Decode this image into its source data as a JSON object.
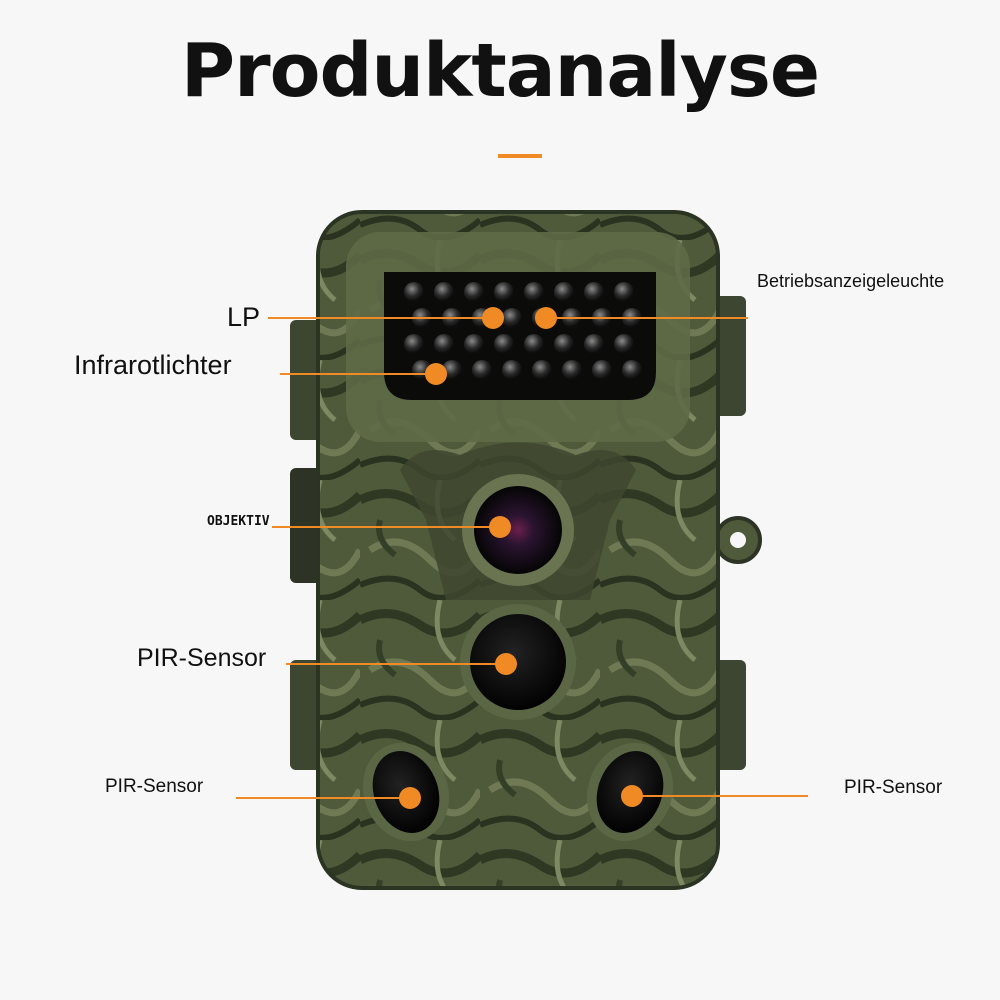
{
  "page": {
    "title": "Produktanalyse",
    "accent_color": "#f08a24"
  },
  "callouts": {
    "lp": "LP",
    "infrared": "Infrarotlichter",
    "lens": "OBJEKTIV",
    "pir_main": "PIR-Sensor",
    "pir_left": "PIR-Sensor",
    "pir_right": "PIR-Sensor",
    "status_led": "Betriebsanzeigeleuchte"
  },
  "icons": {
    "product": "trail-camera-illustration",
    "marker": "orange-dot-marker"
  }
}
